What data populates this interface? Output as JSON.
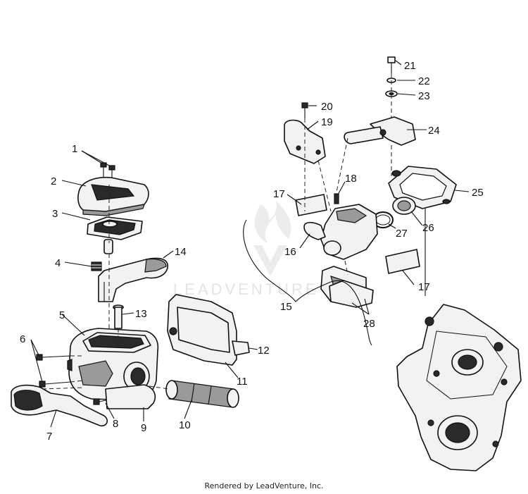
{
  "watermark": "LEADVENTURE",
  "footer": "Rendered by LeadVenture, Inc.",
  "callouts": [
    {
      "label": "1"
    },
    {
      "label": "2"
    },
    {
      "label": "3"
    },
    {
      "label": "4"
    },
    {
      "label": "5"
    },
    {
      "label": "6"
    },
    {
      "label": "7"
    },
    {
      "label": "8"
    },
    {
      "label": "9"
    },
    {
      "label": "10"
    },
    {
      "label": "11"
    },
    {
      "label": "12"
    },
    {
      "label": "13"
    },
    {
      "label": "14"
    },
    {
      "label": "15"
    },
    {
      "label": "16"
    },
    {
      "label": "17"
    },
    {
      "label": "17"
    },
    {
      "label": "18"
    },
    {
      "label": "19"
    },
    {
      "label": "20"
    },
    {
      "label": "21"
    },
    {
      "label": "22"
    },
    {
      "label": "23"
    },
    {
      "label": "24"
    },
    {
      "label": "25"
    },
    {
      "label": "26"
    },
    {
      "label": "27"
    },
    {
      "label": "28"
    }
  ]
}
